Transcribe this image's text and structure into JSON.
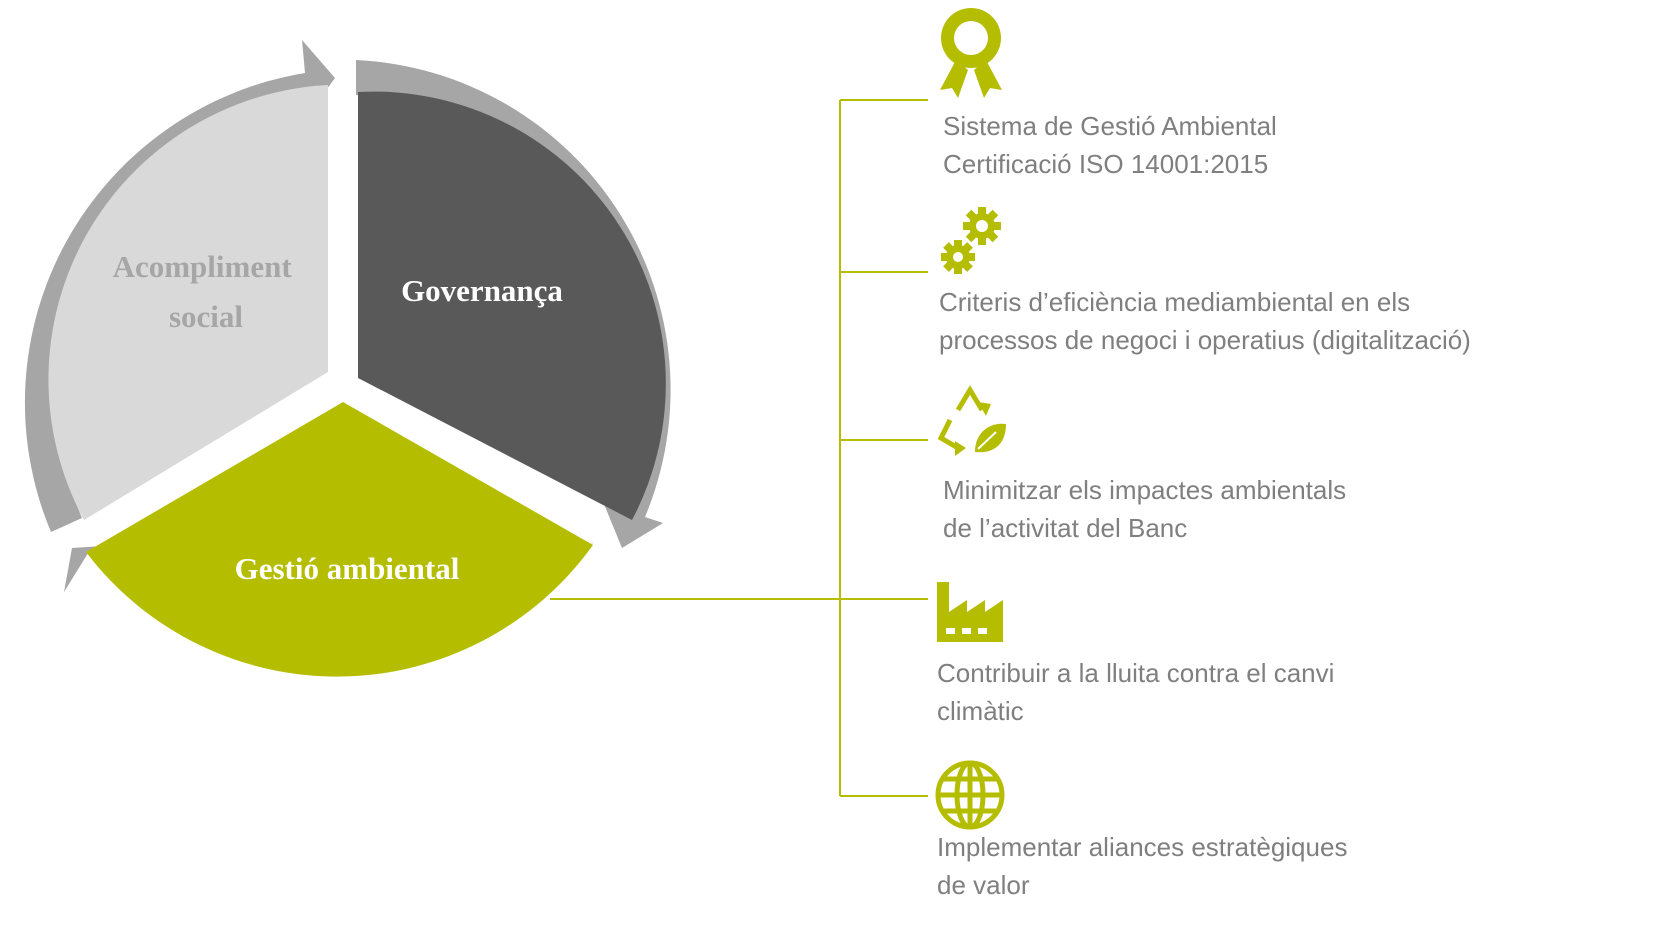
{
  "colors": {
    "accent": "#b5bd00",
    "governance": "#595959",
    "social": "#d9d9d9",
    "arrows": "#a6a6a6",
    "social_text": "#a6a6a6",
    "text": "#7f7f7f"
  },
  "cycle": {
    "social": {
      "line1": "Acompliment",
      "line2": "social"
    },
    "governance": {
      "label": "Governança"
    },
    "environment": {
      "label": "Gestió ambiental"
    }
  },
  "items": [
    {
      "icon": "award-ribbon-icon",
      "line1": "Sistema de Gestió Ambiental",
      "line2": "Certificació ISO 14001:2015"
    },
    {
      "icon": "gears-icon",
      "line1": "Criteris d’eficiència mediambiental en els",
      "line2": "processos de negoci i operatius (digitalització)"
    },
    {
      "icon": "recycle-leaf-icon",
      "line1": "Minimitzar els impactes ambientals",
      "line2": "de l’activitat del Banc"
    },
    {
      "icon": "factory-icon",
      "line1": "Contribuir a la lluita contra el canvi",
      "line2": "climàtic"
    },
    {
      "icon": "globe-icon",
      "line1": "Implementar aliances estratègiques",
      "line2": "de valor"
    }
  ]
}
